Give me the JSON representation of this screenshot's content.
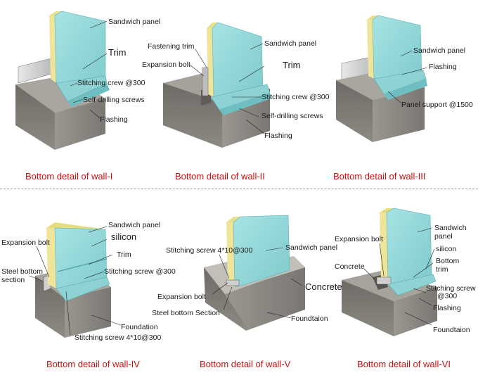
{
  "captions": {
    "wall1": "Bottom detail of wall-I",
    "wall2": "Bottom detail of wall-II",
    "wall3": "Bottom detail of wall-III",
    "wall4": "Bottom detail of wall-IV",
    "wall5": "Bottom detail of wall-V",
    "wall6": "Bottom detail of wall-VI"
  },
  "labels": {
    "w1": {
      "sandwich_panel": "Sandwich panel",
      "trim": "Trim",
      "stitching": "Stitching crew @300",
      "self_drilling": "Self-drilling screws",
      "flashing": "Flashing"
    },
    "w2": {
      "fastening_trim": "Fastening trim",
      "expansion_bolt": "Expansion bolt",
      "sandwich_panel": "Sandwich panel",
      "trim": "Trim",
      "stitching": "Stitching crew @300",
      "self_drilling": "Self-drilling screws",
      "flashing": "Flashing"
    },
    "w3": {
      "sandwich_panel": "Sandwich panel",
      "flashing": "Flashing",
      "panel_support": "Panel support @1500"
    },
    "w4": {
      "sandwich_panel": "Sandwich panel",
      "silicon": "silicon",
      "expansion_bolt": "Expansion bolt",
      "trim": "Trim",
      "steel_bottom": "Steel bottom",
      "section": "section",
      "stitching": "Stitching screw @300",
      "foundation": "Foundation",
      "stitching_4x10": "Stitching screw 4*10@300"
    },
    "w5": {
      "stitching_4x10": "Stitching screw 4*10@300",
      "sandwich_panel": "Sandwich panel",
      "concrete": "Concrete",
      "expansion_bolt": "Expansion bolt",
      "steel_bottom_section": "Steel bottom Section",
      "foundtaion": "Foundtaion"
    },
    "w6": {
      "expansion_bolt": "Expansion bolt",
      "sandwich": "Sandwich",
      "panel": "panel",
      "silicon": "silicon",
      "bottom": "Bottom",
      "trim": "trim",
      "concrete": "Concrete",
      "stitching": "Stitching screw",
      "at300": "@300",
      "flashing": "Flashing",
      "foundtaion": "Foundtaion"
    }
  }
}
